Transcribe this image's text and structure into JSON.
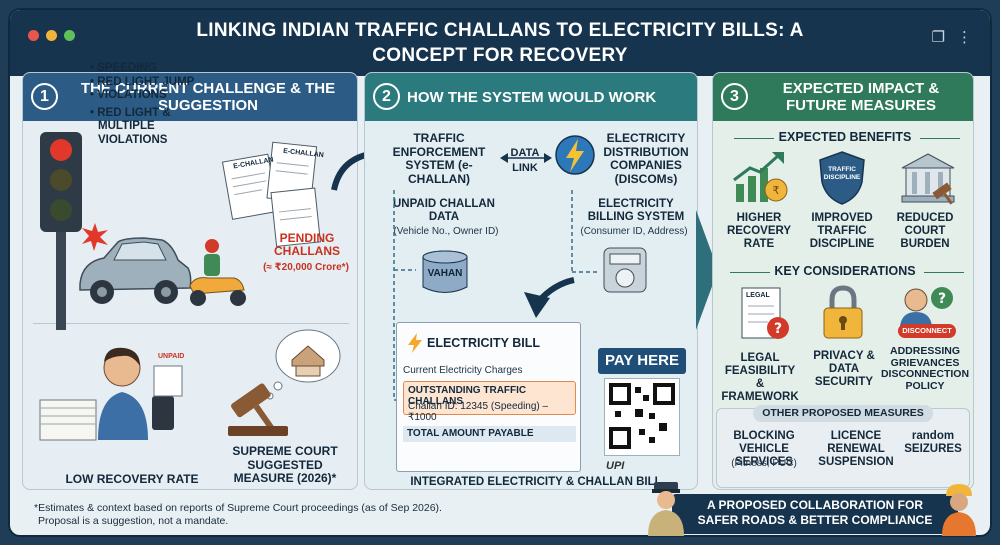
{
  "title": "LINKING INDIAN TRAFFIC CHALLANS TO ELECTRICITY BILLS: A CONCEPT FOR RECOVERY",
  "panel1": {
    "number": "1",
    "title": "THE CURRENT CHALLENGE & THE SUGGESTION",
    "bullets": [
      "• SPEEDING",
      "• RED LIGHT JUMP",
      "• VIOLATIONS",
      "• RED LIGHT & MULTIPLE VIOLATIONS"
    ],
    "echallan": "E-CHALLAN",
    "pending_label": "PENDING CHALLANS",
    "pending_value": "(≈ ₹20,000 Crore*)",
    "unpaid": "UNPAID",
    "low_recovery": "LOW RECOVERY RATE",
    "court": "SUPREME COURT SUGGESTED MEASURE (2026)*"
  },
  "panel2": {
    "number": "2",
    "title": "HOW THE SYSTEM WOULD WORK",
    "traffic_system": "TRAFFIC ENFORCEMENT SYSTEM (e-CHALLAN)",
    "data_link": "DATA LINK",
    "discoms": "ELECTRICITY DISTRIBUTION COMPANIES (DISCOMs)",
    "unpaid_data": "UNPAID CHALLAN DATA",
    "unpaid_data_sub": "(Vehicle No., Owner ID)",
    "billing_system": "ELECTRICITY BILLING SYSTEM",
    "billing_sub": "(Consumer ID, Address)",
    "vahan": "VAHAN",
    "bill_title": "ELECTRICITY BILL",
    "current_charges": "Current Electricity Charges",
    "outstanding": "OUTSTANDING TRAFFIC CHALLANS",
    "challan_line": "Challan ID: 12345 (Speeding) – ₹1000",
    "total": "TOTAL AMOUNT PAYABLE",
    "pay_here": "PAY HERE",
    "upi": "UPI",
    "integrated": "INTEGRATED ELECTRICITY & CHALLAN BILL"
  },
  "panel3": {
    "number": "3",
    "title": "EXPECTED IMPACT & FUTURE MEASURES",
    "benefits_header": "EXPECTED BENEFITS",
    "benefits": [
      "HIGHER RECOVERY RATE",
      "IMPROVED TRAFFIC DISCIPLINE",
      "REDUCED COURT BURDEN"
    ],
    "shield_text": "TRAFFIC DISCIPLINE",
    "considerations_header": "KEY CONSIDERATIONS",
    "legal_doc": "LEGAL",
    "considerations": [
      "LEGAL FEASIBILITY & FRAMEWORK",
      "PRIVACY & DATA SECURITY",
      "ADDRESSING GRIEVANCES DISCONNECTION POLICY"
    ],
    "disconnect": "DISCONNECT",
    "other_header": "OTHER PROPOSED MEASURES",
    "measures": [
      {
        "title": "BLOCKING VEHICLE SERVICES",
        "sub": "(Fitness, PUC)"
      },
      {
        "title": "LICENCE RENEWAL SUSPENSION",
        "sub": ""
      },
      {
        "title": "random SEIZURES",
        "sub": ""
      }
    ]
  },
  "footer": {
    "note1": "*Estimates & context based on reports of Supreme Court proceedings (as of Sep 2026).",
    "note2": "Proposal is a suggestion, not a mandate.",
    "collab": "A PROPOSED COLLABORATION FOR SAFER ROADS & BETTER COMPLIANCE"
  },
  "colors": {
    "frame": "#17344e",
    "panel1": "#2c5c86",
    "panel2": "#2b7a7e",
    "panel3": "#2e7a5a",
    "alert": "#d23a2a",
    "accent": "#f0a93a"
  }
}
